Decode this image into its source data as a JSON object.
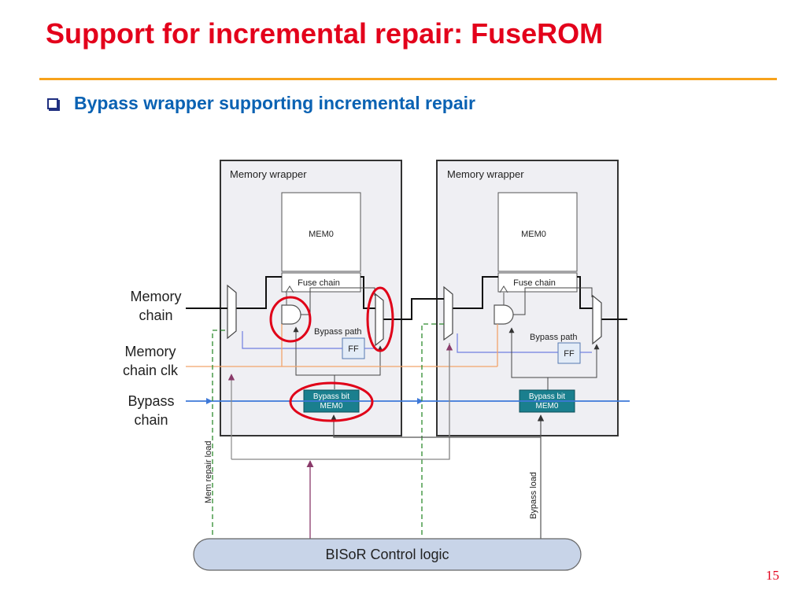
{
  "slide": {
    "title": "Support for incremental repair: FuseROM",
    "bullet": "Bypass wrapper supporting incremental repair",
    "page_number": "15"
  },
  "diagram": {
    "wrapper_label": "Memory wrapper",
    "memory_label": "MEM0",
    "fuse_chain_label": "Fuse chain",
    "bypass_path_label": "Bypass path",
    "ff_label": "FF",
    "bypass_bit_line1": "Bypass bit",
    "bypass_bit_line2": "MEM0",
    "memory_chain_line1": "Memory",
    "memory_chain_line2": "chain",
    "memory_chain_clk_line1": "Memory",
    "memory_chain_clk_line2": "chain clk",
    "bypass_chain_line1": "Bypass",
    "bypass_chain_line2": "chain",
    "mem_repair_load": "Mem repair load",
    "bypass_load": "Bypass load",
    "control_logic": "BISoR Control logic"
  },
  "colors": {
    "title": "#e3001b",
    "bullet_text": "#0a62b3",
    "title_rule": "#f7a21b",
    "bypass_bit_fill": "#1a7f8e",
    "bypass_chain_line": "#3d78d8",
    "clk_line": "#f2a46a",
    "repair_load_line": "#2e8b2e",
    "control_logic_fill": "#c8d4e8",
    "highlight_ring": "#e00018"
  }
}
